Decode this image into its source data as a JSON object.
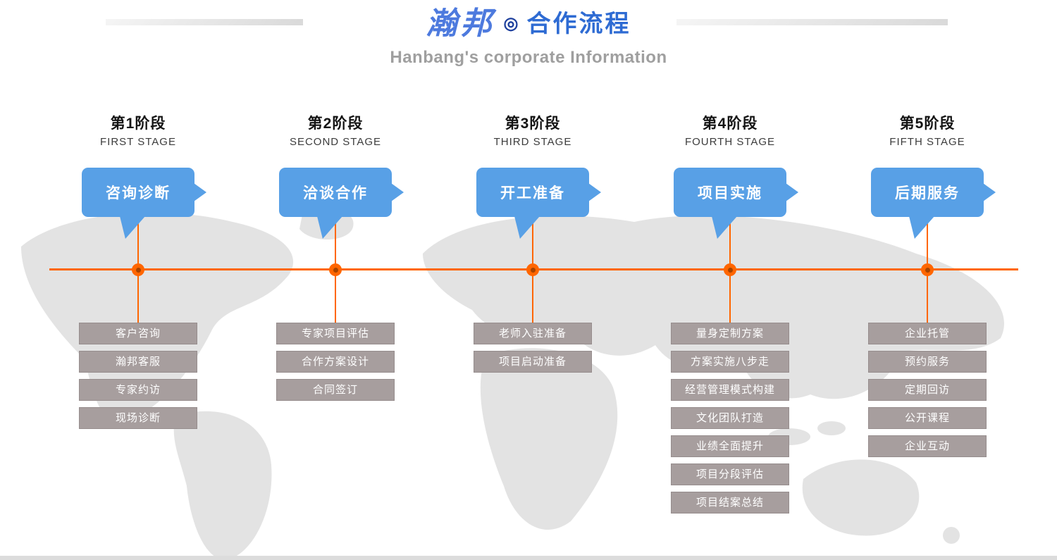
{
  "header": {
    "brand": "瀚邦",
    "brand_mark": "◎",
    "title": "合作流程",
    "subtitle": "Hanbang's corporate Information"
  },
  "colors": {
    "brand_blue": "#4d7ade",
    "title_blue": "#2e6bd3",
    "bubble_blue": "#58a0e6",
    "timeline_orange": "#ff6600",
    "dot_core_orange": "#a84300",
    "item_gray": "#a79e9e",
    "subtitle_gray": "#9f9f9f",
    "map_gray": "#e3e3e3"
  },
  "stages": [
    {
      "stage_cn": "第1阶段",
      "stage_en": "FIRST STAGE",
      "bubble": "咨询诊断",
      "items": [
        "客户咨询",
        "瀚邦客服",
        "专家约访",
        "现场诊断"
      ]
    },
    {
      "stage_cn": "第2阶段",
      "stage_en": "SECOND STAGE",
      "bubble": "洽谈合作",
      "items": [
        "专家项目评估",
        "合作方案设计",
        "合同签订"
      ]
    },
    {
      "stage_cn": "第3阶段",
      "stage_en": "THIRD STAGE",
      "bubble": "开工准备",
      "items": [
        "老师入驻准备",
        "项目启动准备"
      ]
    },
    {
      "stage_cn": "第4阶段",
      "stage_en": "FOURTH STAGE",
      "bubble": "项目实施",
      "items": [
        "量身定制方案",
        "方案实施八步走",
        "经营管理模式构建",
        "文化团队打造",
        "业绩全面提升",
        "项目分段评估",
        "项目结案总结"
      ]
    },
    {
      "stage_cn": "第5阶段",
      "stage_en": "FIFTH STAGE",
      "bubble": "后期服务",
      "items": [
        "企业托管",
        "预约服务",
        "定期回访",
        "公开课程",
        "企业互动"
      ]
    }
  ]
}
